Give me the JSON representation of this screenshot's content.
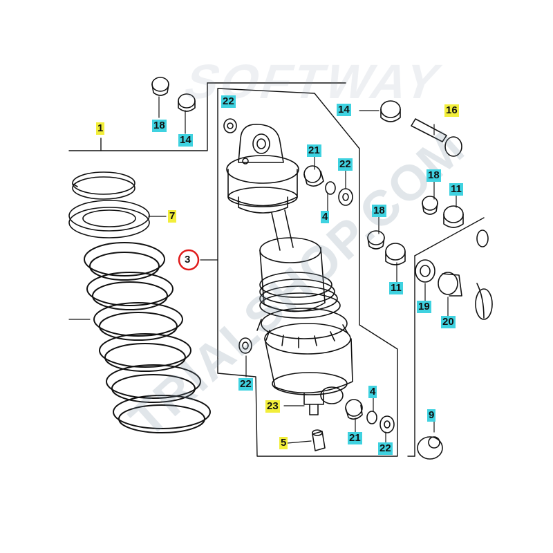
{
  "watermark": "TRIALSHOP.COM",
  "colors": {
    "cyan_label": "#3fd2e0",
    "yellow_label": "#f2ee3a",
    "circle_outline": "#e01b1b",
    "line_art": "#111111"
  },
  "callouts": [
    {
      "id": "c1",
      "text": "1",
      "style": "yellow"
    },
    {
      "id": "c18a",
      "text": "18",
      "style": "cyan"
    },
    {
      "id": "c14a",
      "text": "14",
      "style": "cyan"
    },
    {
      "id": "c22a",
      "text": "22",
      "style": "cyan"
    },
    {
      "id": "c14b",
      "text": "14",
      "style": "cyan"
    },
    {
      "id": "c16",
      "text": "16",
      "style": "yellow"
    },
    {
      "id": "c21a",
      "text": "21",
      "style": "cyan"
    },
    {
      "id": "c22b",
      "text": "22",
      "style": "cyan"
    },
    {
      "id": "c18b",
      "text": "18",
      "style": "cyan"
    },
    {
      "id": "c11a",
      "text": "11",
      "style": "cyan"
    },
    {
      "id": "c7",
      "text": "7",
      "style": "yellow"
    },
    {
      "id": "c4a",
      "text": "4",
      "style": "cyan"
    },
    {
      "id": "c18c",
      "text": "18",
      "style": "cyan"
    },
    {
      "id": "c3",
      "text": "3",
      "style": "circled"
    },
    {
      "id": "c11b",
      "text": "11",
      "style": "cyan"
    },
    {
      "id": "c19",
      "text": "19",
      "style": "cyan"
    },
    {
      "id": "c20",
      "text": "20",
      "style": "cyan"
    },
    {
      "id": "c22c",
      "text": "22",
      "style": "cyan"
    },
    {
      "id": "c23",
      "text": "23",
      "style": "yellow"
    },
    {
      "id": "c4b",
      "text": "4",
      "style": "cyan"
    },
    {
      "id": "c9",
      "text": "9",
      "style": "cyan"
    },
    {
      "id": "c21b",
      "text": "21",
      "style": "cyan"
    },
    {
      "id": "c5",
      "text": "5",
      "style": "yellow"
    },
    {
      "id": "c22d",
      "text": "22",
      "style": "cyan"
    }
  ]
}
